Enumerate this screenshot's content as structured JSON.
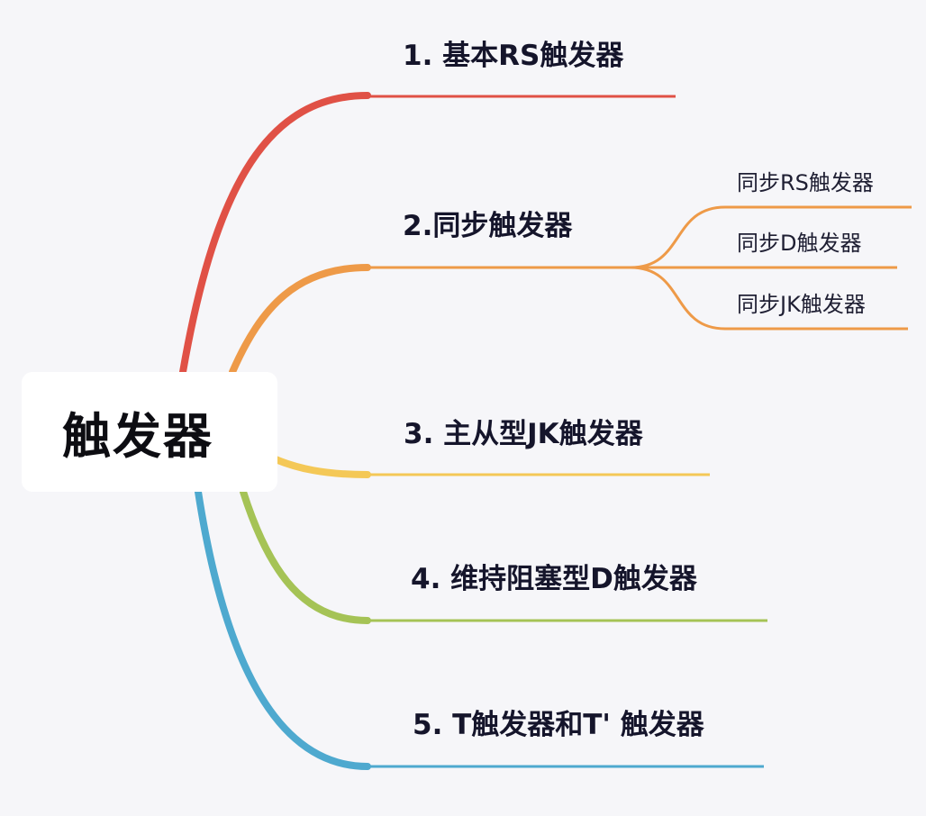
{
  "root": {
    "label": "触发器"
  },
  "branches": [
    {
      "label": "1. 基本RS触发器",
      "color": "#e05146"
    },
    {
      "label": "2.同步触发器",
      "color": "#ee9a48",
      "children": [
        {
          "label": "同步RS触发器"
        },
        {
          "label": "同步D触发器"
        },
        {
          "label": "同步JK触发器"
        }
      ]
    },
    {
      "label": "3. 主从型JK触发器",
      "color": "#f4c857"
    },
    {
      "label": "4. 维持阻塞型D触发器",
      "color": "#a5c356"
    },
    {
      "label": "5. T触发器和T' 触发器",
      "color": "#4ea9cf"
    }
  ]
}
